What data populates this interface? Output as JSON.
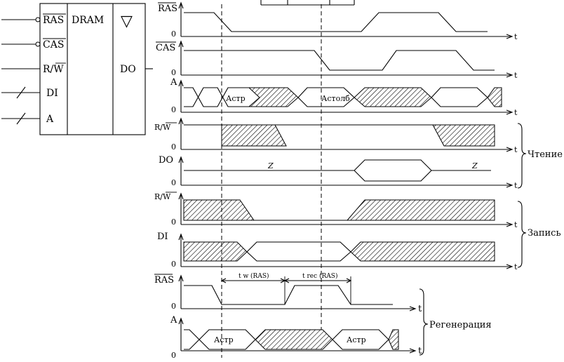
{
  "chip": {
    "inputs": [
      "RAS",
      "CAS",
      "R/W",
      "DI",
      "A"
    ],
    "title": "DRAM",
    "output": "DO",
    "tristate_symbol": "▽"
  },
  "signals": {
    "ras": "RAS",
    "cas": "CAS",
    "a": "A",
    "rw": "R/W",
    "do": "DO",
    "di": "DI",
    "zero": "0",
    "t": "t"
  },
  "labels": {
    "row_addr": "Астр",
    "col_addr": "Астолб",
    "z": "Z",
    "tw": "t w (RAS)",
    "trec": "t rec (RAS)"
  },
  "groups": {
    "read": "Чтение",
    "write": "Запись",
    "refresh": "Регенерация"
  }
}
